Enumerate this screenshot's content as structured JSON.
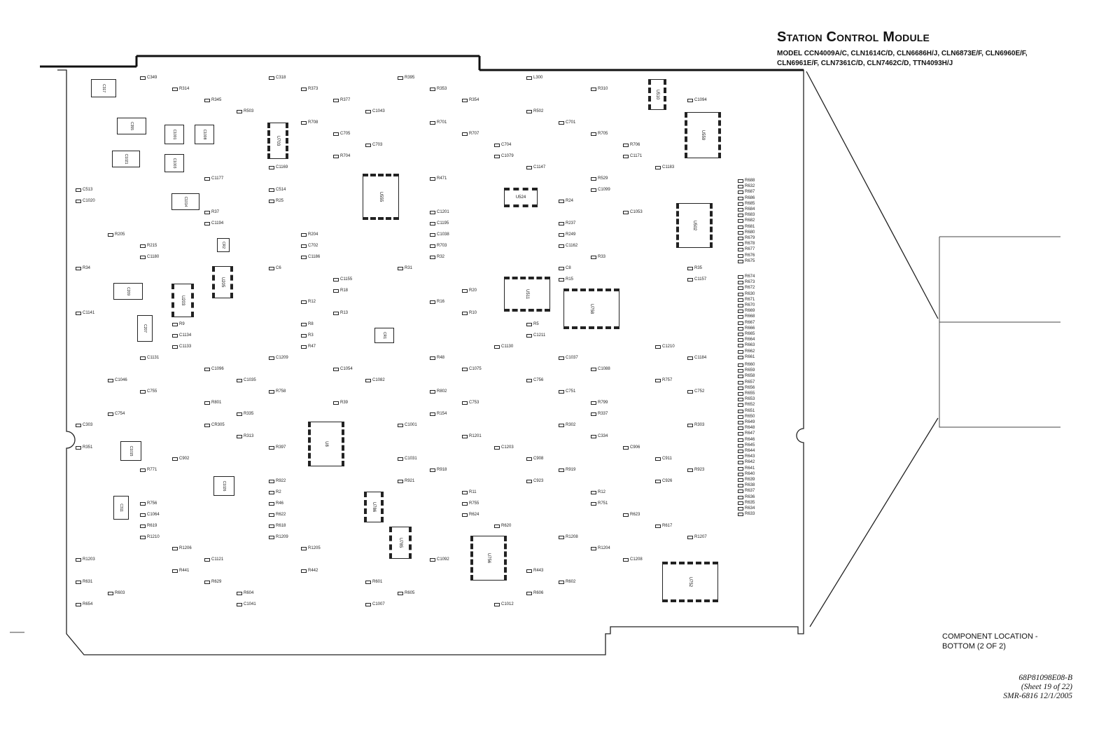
{
  "header": {
    "title": "Station Control Module",
    "model_line1": "MODEL CCN4009A/C, CLN1614C/D, CLN6686H/J, CLN6873E/F, CLN6960E/F,",
    "model_line2": "CLN6961E/F, CLN7361C/D, CLN7462C/D, TTN4093H/J"
  },
  "caption": {
    "line1": "COMPONENT LOCATION -",
    "line2": "BOTTOM (2 OF 2)"
  },
  "doc_ref": {
    "part": "68P81098E08-B",
    "sheet": "(Sheet 19 of 22)",
    "smr": "SMR-6816    12/1/2005"
  },
  "ics": [
    "U555",
    "U524",
    "U511",
    "U758",
    "U502",
    "U559",
    "U510",
    "U703",
    "U205",
    "U203",
    "U8",
    "U786",
    "U785",
    "U756",
    "U752"
  ],
  "caps": [
    "C317",
    "C355",
    "C1021",
    "C1001",
    "C1008",
    "C1003",
    "C1014",
    "C209",
    "C207",
    "C1015",
    "C311",
    "C1026",
    "CR2",
    "CR1"
  ],
  "labels": [
    "C349",
    "C318",
    "R395",
    "L300",
    "R314",
    "R373",
    "R353",
    "R310",
    "R345",
    "R377",
    "R354",
    "C1094",
    "R503",
    "C1043",
    "R502",
    "R708",
    "R701",
    "C701",
    "C705",
    "R707",
    "R705",
    "C703",
    "C704",
    "R706",
    "R704",
    "C1079",
    "C1171",
    "C1169",
    "C1147",
    "C1183",
    "C1177",
    "R471",
    "R529",
    "C513",
    "C514",
    "C1099",
    "C1020",
    "R25",
    "R24",
    "R37",
    "C1201",
    "C1053",
    "C1194",
    "C1195",
    "R237",
    "R205",
    "R204",
    "C1038",
    "R249",
    "R215",
    "C702",
    "R703",
    "C1162",
    "C1180",
    "C1186",
    "R32",
    "R33",
    "R34",
    "C6",
    "R31",
    "C8",
    "R35",
    "C1155",
    "R15",
    "C1157",
    "R18",
    "R20",
    "R12",
    "R16",
    "C1141",
    "R13",
    "R10",
    "R9",
    "R8",
    "R5",
    "C1134",
    "R3",
    "C1211",
    "C1133",
    "R47",
    "C1130",
    "C1210",
    "C1131",
    "C1209",
    "R48",
    "C1037",
    "C1184",
    "C1096",
    "C1054",
    "C1075",
    "C1088",
    "C1046",
    "C1035",
    "C1082",
    "C756",
    "R757",
    "C755",
    "R758",
    "R802",
    "C751",
    "C752",
    "R801",
    "R39",
    "C753",
    "R799",
    "C754",
    "R335",
    "R154",
    "R337",
    "C303",
    "CR305",
    "C1001",
    "R302",
    "R303",
    "R313",
    "R1201",
    "C334",
    "R351",
    "R397",
    "C1203",
    "C906",
    "C902",
    "C1031",
    "C908",
    "C911",
    "R771",
    "R918",
    "R919",
    "R923",
    "R922",
    "R921",
    "C923",
    "C926",
    "R2",
    "R11",
    "R12",
    "R756",
    "R46",
    "R755",
    "R751",
    "C1064",
    "R622",
    "R624",
    "R623",
    "R619",
    "R618",
    "R620",
    "R617",
    "R1210",
    "R1209",
    "R1208",
    "R1207",
    "R1206",
    "R1205",
    "R1204",
    "R1203",
    "C1121",
    "C1092",
    "C1208",
    "R441",
    "R442",
    "R443",
    "R631",
    "R629",
    "R601",
    "R602",
    "R603",
    "R604",
    "R605",
    "R606",
    "R654",
    "C1041",
    "C1007",
    "C1012"
  ],
  "resistor_column": [
    "R688",
    "R632",
    "R687",
    "R686",
    "R685",
    "R684",
    "R683",
    "R682",
    "R681",
    "R680",
    "R679",
    "R678",
    "R677",
    "R676",
    "R675",
    "R674",
    "R673",
    "R672",
    "R630",
    "R671",
    "R670",
    "R669",
    "R668",
    "R667",
    "R666",
    "R665",
    "R664",
    "R663",
    "R662",
    "R661",
    "R660",
    "R659",
    "R658",
    "R657",
    "R656",
    "R655",
    "R653",
    "R652",
    "R651",
    "R650",
    "R649",
    "R648",
    "R647",
    "R646",
    "R645",
    "R644",
    "R643",
    "R642",
    "R641",
    "R640",
    "R639",
    "R638",
    "R637",
    "R636",
    "R635",
    "R634",
    "R633"
  ]
}
